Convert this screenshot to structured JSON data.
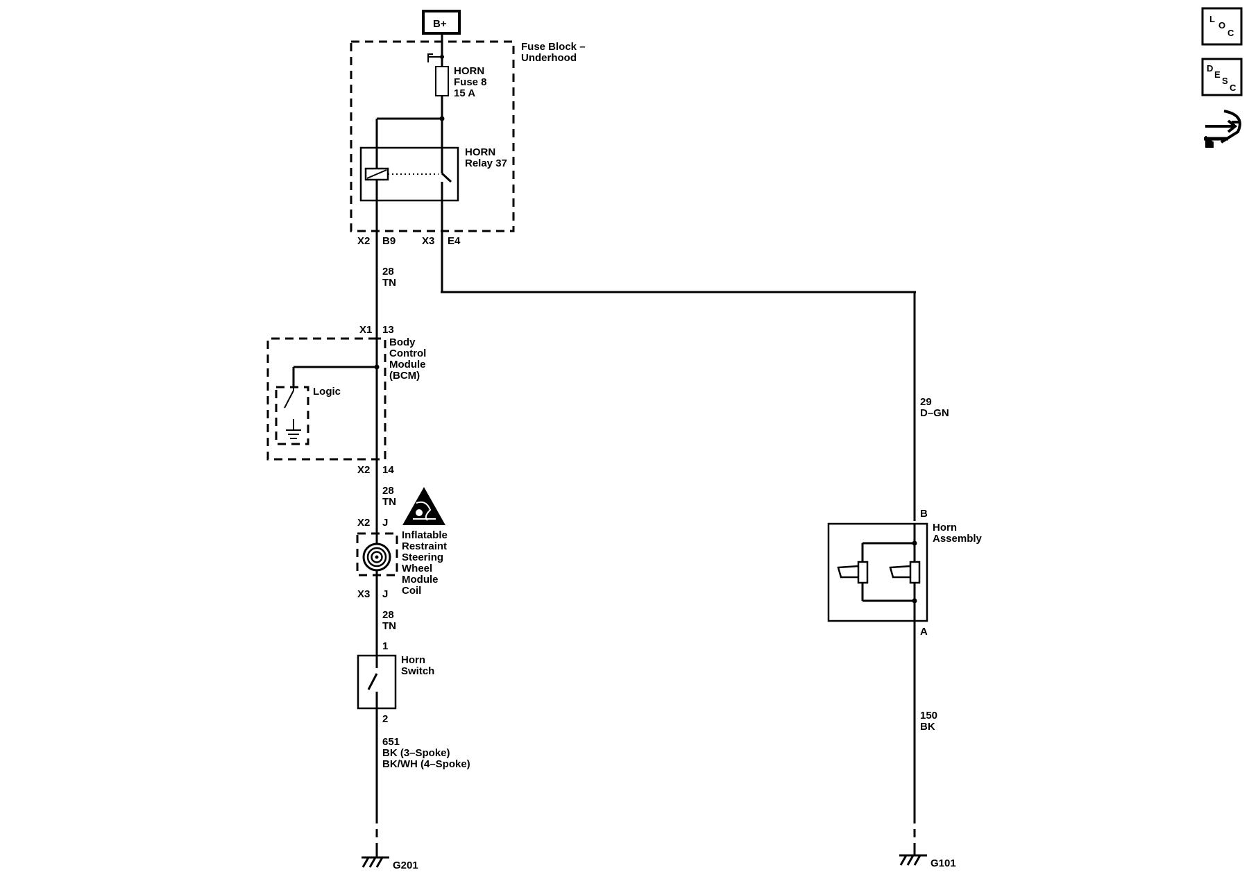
{
  "power": {
    "label": "B+"
  },
  "fuse_block": {
    "line1": "Fuse Block –",
    "line2": "Underhood"
  },
  "fuse": {
    "line1": "HORN",
    "line2": "Fuse 8",
    "line3": "15 A"
  },
  "relay": {
    "line1": "HORN",
    "line2": "Relay 37"
  },
  "connectors": {
    "fb_left_conn": "X2",
    "fb_left_pin": "B9",
    "fb_right_conn": "X3",
    "fb_right_pin": "E4",
    "bcm_top_conn": "X1",
    "bcm_top_pin": "13",
    "bcm_bottom_conn": "X2",
    "bcm_bottom_pin": "14",
    "coil_top_conn": "X2",
    "coil_top_pin": "J",
    "coil_bottom_conn": "X3",
    "coil_bottom_pin": "J",
    "switch_top_pin": "1",
    "switch_bottom_pin": "2",
    "horn_top_pin": "B",
    "horn_bottom_pin": "A"
  },
  "wires": {
    "w1": {
      "circuit": "28",
      "color": "TN"
    },
    "w2": {
      "circuit": "28",
      "color": "TN"
    },
    "w3": {
      "circuit": "28",
      "color": "TN"
    },
    "w4": {
      "circuit": "651",
      "color1": "BK (3–Spoke)",
      "color2": "BK/WH (4–Spoke)"
    },
    "w5": {
      "circuit": "29",
      "color": "D–GN"
    },
    "w6": {
      "circuit": "150",
      "color": "BK"
    }
  },
  "bcm": {
    "line1": "Body",
    "line2": "Control",
    "line3": "Module",
    "line4": "(BCM)",
    "logic": "Logic"
  },
  "coil": {
    "line1": "Inflatable",
    "line2": "Restraint",
    "line3": "Steering",
    "line4": "Wheel",
    "line5": "Module",
    "line6": "Coil"
  },
  "horn_switch": {
    "line1": "Horn",
    "line2": "Switch"
  },
  "horn_assembly": {
    "line1": "Horn",
    "line2": "Assembly"
  },
  "grounds": {
    "left": "G201",
    "right": "G101"
  },
  "side_icons": {
    "loc": [
      "L",
      "O",
      "C"
    ],
    "desc": [
      "D",
      "E",
      "S",
      "C"
    ]
  }
}
